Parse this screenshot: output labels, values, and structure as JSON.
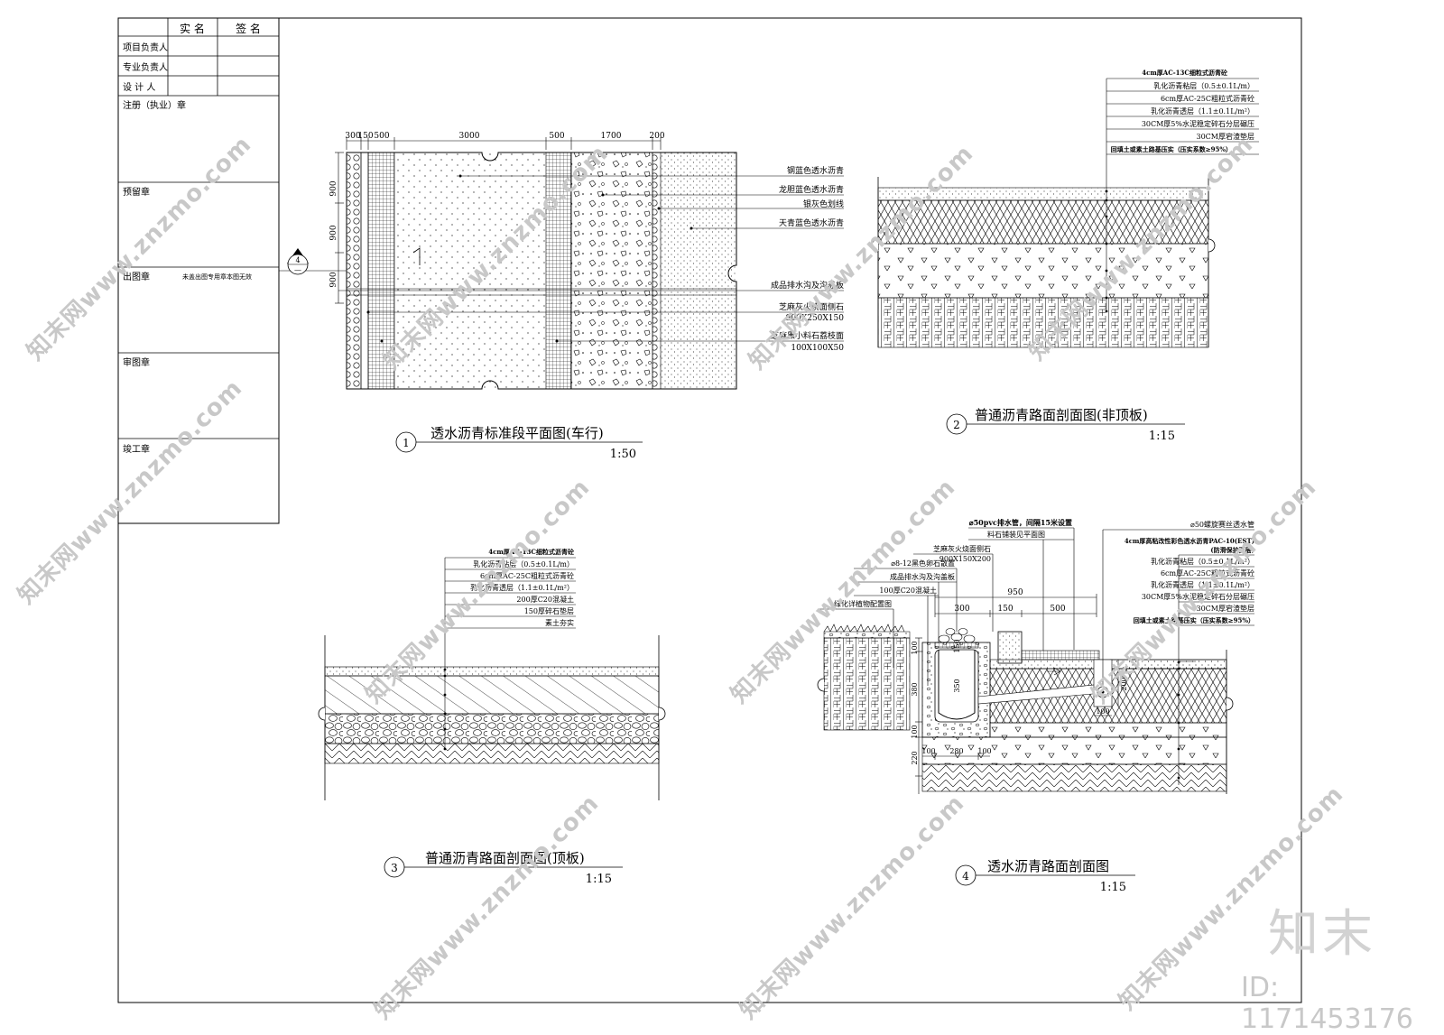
{
  "title_block": {
    "col_name": "实 名",
    "col_sign": "签 名",
    "rows": [
      "项目负责人",
      "专业负责人",
      "设 计 人"
    ],
    "stamp_register": "注册（执业）章",
    "stamp_reserved": "预留章",
    "stamp_issue": "出图章",
    "stamp_issue_note": "未盖出图专用章本图无效",
    "stamp_review": "审图章",
    "stamp_complete": "竣工章"
  },
  "plan": {
    "dims": [
      "300",
      "150",
      "500",
      "3000",
      "500",
      "1700",
      "200"
    ],
    "side_dims": [
      "900",
      "900",
      "900"
    ],
    "callouts": [
      "钢蓝色透水沥青",
      "龙胆蓝色透水沥青",
      "银灰色划线",
      "天青蓝色透水沥青",
      "成品排水沟及沟盖板",
      "芝麻灰火烧面侧石",
      "900X250X150",
      "芝麻黑小料石荔枝面",
      "100X100X50"
    ],
    "section_mark": "4",
    "section_mark_sub": "—",
    "number": "1",
    "title": "透水沥青标准段平面图(车行)",
    "scale": "1:50"
  },
  "sec2": {
    "labels": [
      "4cm厚AC-13C细粒式沥青砼",
      "乳化沥青粘层（0.5±0.1L/m）",
      "6cm厚AC-25C粗粒式沥青砼",
      "乳化沥青透层（1.1±0.1L/m²）",
      "30CM厚5%水泥稳定碎石分层碾压",
      "30CM厚宕渣垫层",
      "回填土或素土路基压实（压实系数≥95%）"
    ],
    "number": "2",
    "title": "普通沥青路面剖面图(非顶板)",
    "scale": "1:15"
  },
  "sec3": {
    "labels": [
      "4cm厚AC-13C细粒式沥青砼",
      "乳化沥青粘层（0.5±0.1L/m）",
      "6cm厚AC-25C粗粒式沥青砼",
      "乳化沥青透层（1.1±0.1L/m²）",
      "200厚C20混凝土",
      "150厚碎石垫层",
      "素土夯实"
    ],
    "number": "3",
    "title": "普通沥青路面剖面图(顶板)",
    "scale": "1:15"
  },
  "sec4": {
    "left_labels": [
      "⌀50pvc排水管，间隔15米设置",
      "料石铺装见平面图",
      "芝麻灰火烧面侧石",
      "900X150X200",
      "⌀8-12黑色卵石散置",
      "成品排水沟及沟盖板",
      "100厚C20混凝土",
      "绿化详植物配置图"
    ],
    "right_labels": [
      "⌀50螺旋赛丝透水管",
      "4cm厚高粘改性彩色透水沥青PAC-10(EST)",
      "(防滑保护面层)",
      "乳化沥青粘层（0.5±0.1L/m²）",
      "6cm厚AC-25C粗粒式沥青砼",
      "乳化沥青透层（1.1±0.1L/m²）",
      "30CM厚5%水泥稳定碎石分层碾压",
      "30CM厚宕渣垫层",
      "回填土或素土路基压实（压实系数≥95%）"
    ],
    "dims_top": [
      "950",
      "300",
      "150",
      "500"
    ],
    "dims_left": [
      "100",
      "380",
      "100",
      "220"
    ],
    "dims_inner": [
      "150",
      "350"
    ],
    "dims_bottom": [
      "100",
      "280",
      "100"
    ],
    "dims_pipe": [
      "200",
      "100"
    ],
    "number": "4",
    "title": "透水沥青路面剖面图",
    "scale": "1:15"
  },
  "watermark": {
    "text": "知末网www.znzmo.com",
    "logo": "知末",
    "id": "ID: 1171453176"
  }
}
